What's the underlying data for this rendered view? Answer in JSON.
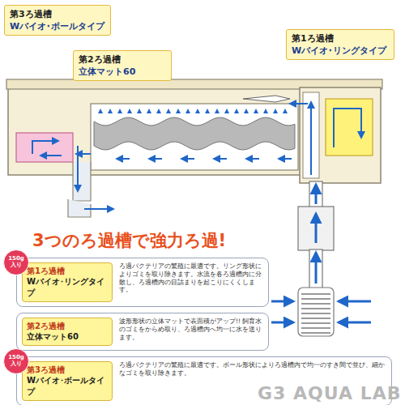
{
  "diagram": {
    "nodes": [
      {
        "text": [
          "第3ろ過槽",
          "Wバイオ･ボールタイプ"
        ]
      },
      {
        "text": [
          "第2ろ過槽",
          "立体マット60"
        ]
      },
      {
        "text": [
          "第1ろ過槽",
          "Wバイオ･リングタイプ"
        ]
      },
      {
        "text": [
          "150g入り"
        ]
      },
      {
        "text": [
          "ろ過バクテリアの繁殖に最適です。リング形状によりゴミを取り除きます。水流を各ろ過槽内に分散し、ろ過槽内の目詰まりを起こりにくくします。"
        ]
      },
      {
        "text": [
          "第1ろ過槽",
          "Wバイオ･リングタイプ"
        ],
        "in": 4
      },
      {
        "text": [
          "波形形状の立体マットで表面積がアップ!! 飼育水のゴミをからめ取り、ろ過槽内へ均一に水を送ります。"
        ]
      },
      {
        "text": [
          "第2ろ過槽",
          "立体マット60"
        ],
        "in": 6
      },
      {
        "text": [
          "150g入り"
        ]
      },
      {
        "text": [
          "ろ過バクテリアの繁殖に最適です。ボール形状によりろ過槽内で均一のすき間で並び、細かなゴミを取り除きます。"
        ]
      },
      {
        "text": [
          "第3ろ過槽",
          "Wバイオ･ボールタイプ"
        ],
        "in": 9
      }
    ],
    "labels": [
      "3つのろ過槽で強力ろ過!",
      "G3 AQUA LAB"
    ]
  }
}
